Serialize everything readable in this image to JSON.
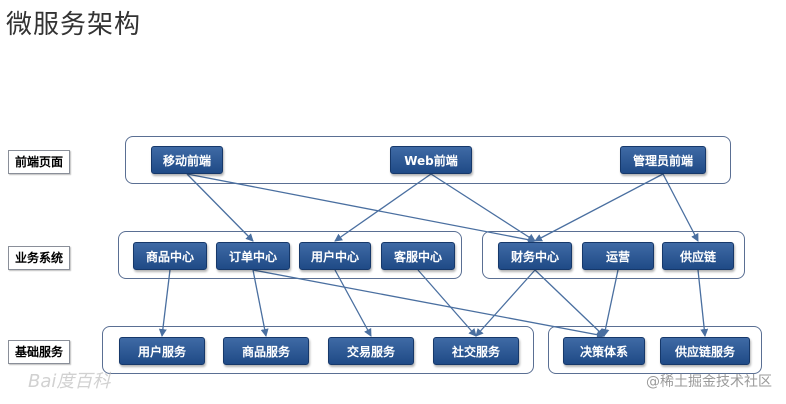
{
  "title": "微服务架构",
  "rows": {
    "frontend": "前端页面",
    "business": "业务系统",
    "base": "基础服务"
  },
  "nodes": {
    "mobile": "移动前端",
    "web": "Web前端",
    "admin": "管理员前端",
    "product_center": "商品中心",
    "order_center": "订单中心",
    "user_center": "用户中心",
    "service_center": "客服中心",
    "finance_center": "财务中心",
    "operations": "运营",
    "supply_chain": "供应链",
    "user_service": "用户服务",
    "product_service": "商品服务",
    "trade_service": "交易服务",
    "social_service": "社交服务",
    "decision_system": "决策体系",
    "supply_chain_service": "供应链服务"
  },
  "edges": [
    [
      "mobile",
      "order_center"
    ],
    [
      "mobile",
      "finance_center"
    ],
    [
      "web",
      "user_center"
    ],
    [
      "web",
      "finance_center"
    ],
    [
      "admin",
      "finance_center"
    ],
    [
      "admin",
      "supply_chain"
    ],
    [
      "product_center",
      "user_service"
    ],
    [
      "order_center",
      "product_service"
    ],
    [
      "order_center",
      "decision_system"
    ],
    [
      "user_center",
      "trade_service"
    ],
    [
      "service_center",
      "social_service"
    ],
    [
      "finance_center",
      "social_service"
    ],
    [
      "finance_center",
      "decision_system"
    ],
    [
      "operations",
      "decision_system"
    ],
    [
      "supply_chain",
      "supply_chain_service"
    ]
  ],
  "colors": {
    "node": "#2a5493",
    "arrow": "#4a6fa0",
    "group_border": "#5a6f93"
  },
  "watermarks": {
    "left": "Bai度百科",
    "right": "@稀土掘金技术社区"
  }
}
